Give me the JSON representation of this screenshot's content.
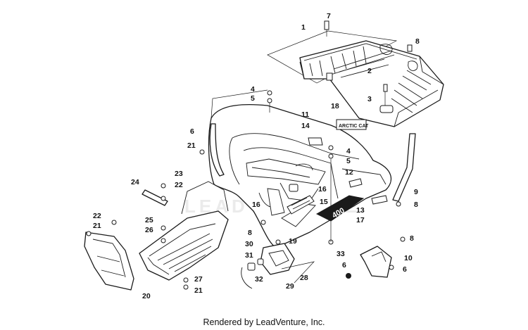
{
  "footer": {
    "credit": "Rendered by LeadVenture, Inc."
  },
  "watermark": {
    "text": "LEADVENTURE",
    "color": "#e6e6e6"
  },
  "decal_text": {
    "model_badge": "400",
    "plate": "ARCTIC CAT"
  },
  "callouts": [
    {
      "id": "c1",
      "label": "1"
    },
    {
      "id": "c7",
      "label": "7"
    },
    {
      "id": "c8a",
      "label": "8"
    },
    {
      "id": "c2",
      "label": "2"
    },
    {
      "id": "c3",
      "label": "3"
    },
    {
      "id": "c4a",
      "label": "4"
    },
    {
      "id": "c5a",
      "label": "5"
    },
    {
      "id": "c11",
      "label": "11"
    },
    {
      "id": "c18",
      "label": "18"
    },
    {
      "id": "c6a",
      "label": "6"
    },
    {
      "id": "c14",
      "label": "14"
    },
    {
      "id": "c21a",
      "label": "21"
    },
    {
      "id": "c4b",
      "label": "4"
    },
    {
      "id": "c5b",
      "label": "5"
    },
    {
      "id": "c12",
      "label": "12"
    },
    {
      "id": "c23",
      "label": "23"
    },
    {
      "id": "c24",
      "label": "24"
    },
    {
      "id": "c22a",
      "label": "22"
    },
    {
      "id": "c16a",
      "label": "16"
    },
    {
      "id": "c16b",
      "label": "16"
    },
    {
      "id": "c9",
      "label": "9"
    },
    {
      "id": "c15",
      "label": "15"
    },
    {
      "id": "c13",
      "label": "13"
    },
    {
      "id": "c8b",
      "label": "8"
    },
    {
      "id": "c22b",
      "label": "22"
    },
    {
      "id": "c25",
      "label": "25"
    },
    {
      "id": "c17",
      "label": "17"
    },
    {
      "id": "c21b",
      "label": "21"
    },
    {
      "id": "c26",
      "label": "26"
    },
    {
      "id": "c8c",
      "label": "8"
    },
    {
      "id": "c19",
      "label": "19"
    },
    {
      "id": "c8d",
      "label": "8"
    },
    {
      "id": "c30",
      "label": "30"
    },
    {
      "id": "c33",
      "label": "33"
    },
    {
      "id": "c10",
      "label": "10"
    },
    {
      "id": "c31",
      "label": "31"
    },
    {
      "id": "c6b",
      "label": "6"
    },
    {
      "id": "c6c",
      "label": "6"
    },
    {
      "id": "c28",
      "label": "28"
    },
    {
      "id": "c27",
      "label": "27"
    },
    {
      "id": "c32",
      "label": "32"
    },
    {
      "id": "c29",
      "label": "29"
    },
    {
      "id": "c21c",
      "label": "21"
    },
    {
      "id": "c20",
      "label": "20"
    }
  ]
}
